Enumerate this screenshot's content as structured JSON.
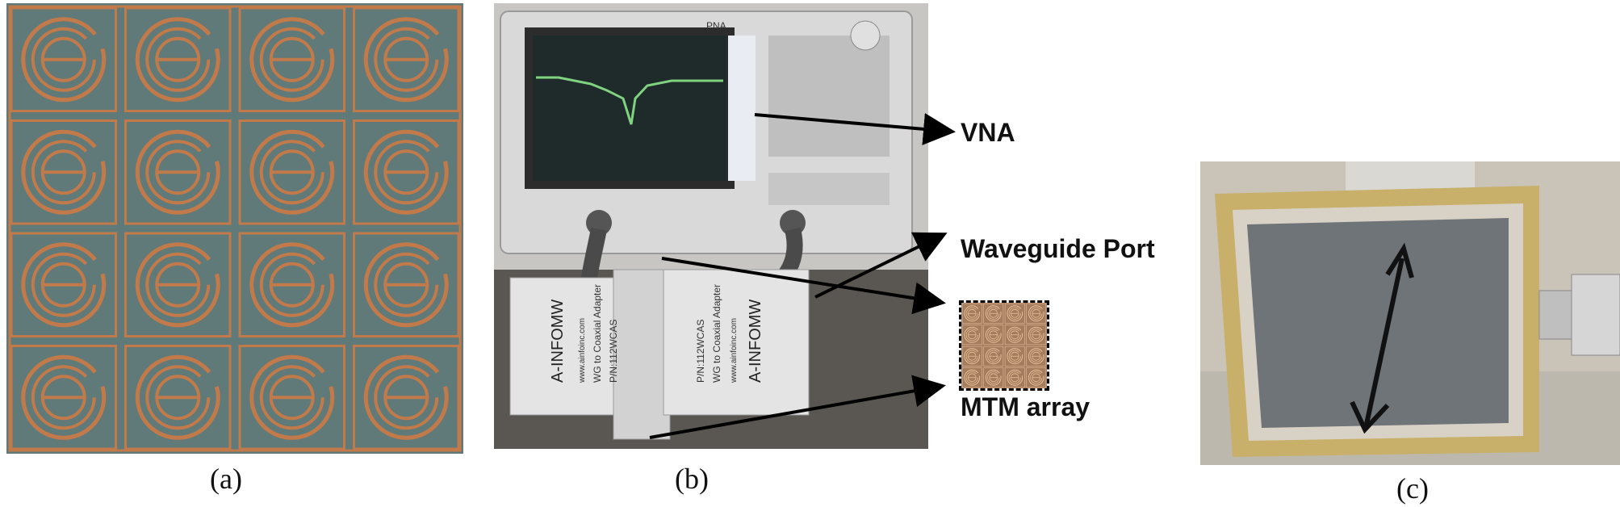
{
  "captions": {
    "a": "(a)",
    "b": "(b)",
    "c": "(c)"
  },
  "callouts": {
    "vna": "VNA",
    "waveguide_port": "Waveguide Port",
    "mtm_array": "MTM array"
  },
  "adapter_labels": {
    "left": {
      "brand": "A-INFOMW",
      "site": "www.ainfoinc.com",
      "desc": "WG to Coaxial Adapter",
      "part": "P/N:112WCAS"
    },
    "right": {
      "brand": "A-INFOMW",
      "site": "www.ainfoinc.com",
      "desc": "WG to Coaxial Adapter",
      "part": "P/N:112WCAS"
    }
  },
  "vna_screen": {
    "brand": "PNA"
  },
  "colors": {
    "substrate": "#5f7a78",
    "copper": "#c27a4a",
    "vna_body": "#d9d9d9",
    "screen_bg": "#1f2a2a",
    "trace": "#7fd27f"
  }
}
